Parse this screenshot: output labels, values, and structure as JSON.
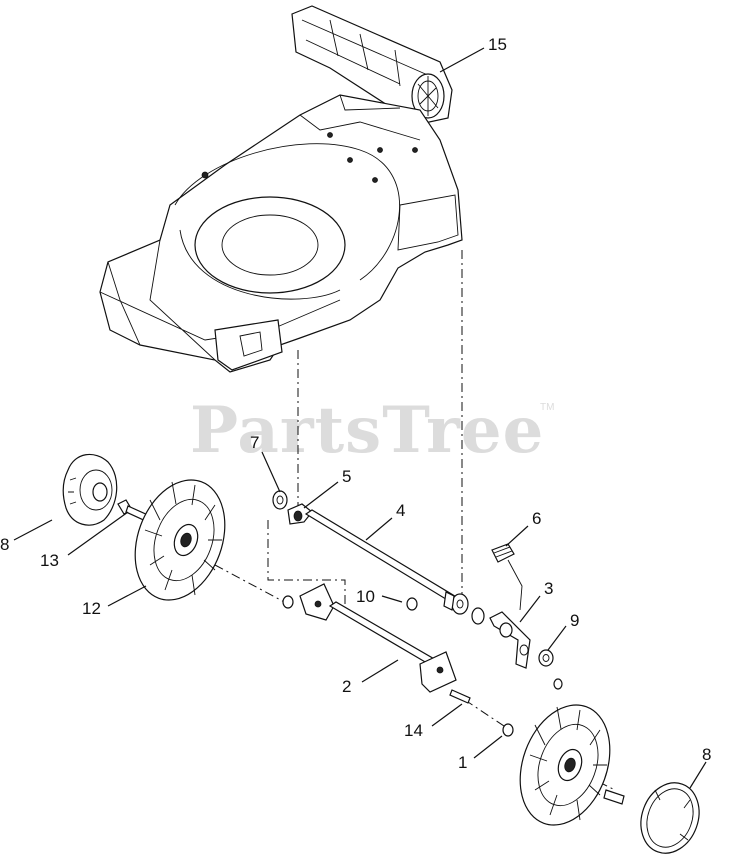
{
  "watermark": {
    "brand": "PartsTree",
    "trademark": "TM"
  },
  "callouts": {
    "p15": "15",
    "p7": "7",
    "p5": "5",
    "p4": "4",
    "p6": "6",
    "p8a": "8",
    "p13": "13",
    "p12": "12",
    "p10": "10",
    "p3": "3",
    "p9": "9",
    "p2": "2",
    "p14": "14",
    "p1": "1",
    "p8b": "8"
  },
  "parts": [
    "handle-bracket-15",
    "mower-deck",
    "washer-7",
    "bushing-5",
    "rear-axle-4",
    "height-knob-6",
    "hubcap-8",
    "bolt-13",
    "wheel-12",
    "washer-10",
    "adjuster-lever-3",
    "washer-9",
    "front-axle-2",
    "screw-14",
    "washer-1"
  ]
}
